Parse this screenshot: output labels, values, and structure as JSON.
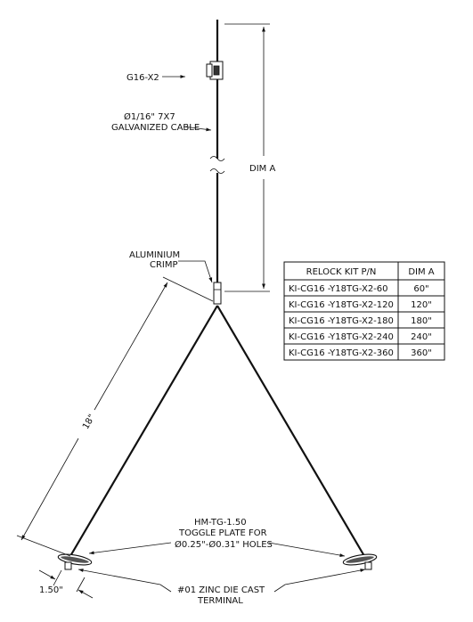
{
  "labels": {
    "gripper": "G16-X2",
    "cable_line1": "Ø1/16\" 7X7",
    "cable_line2": "GALVANIZED CABLE",
    "dim_a": "DIM A",
    "crimp_line1": "ALUMINIUM",
    "crimp_line2": "CRIMP",
    "length": "18\"",
    "toggle_line1": "HM-TG-1.50",
    "toggle_line2": "TOGGLE PLATE FOR",
    "toggle_line3": "Ø0.25\"-Ø0.31\" HOLES",
    "offset": "1.50\"",
    "terminal_line1": "#01  ZINC DIE CAST",
    "terminal_line2": "TERMINAL"
  },
  "table": {
    "headers": [
      "RELOCK KIT P/N",
      "DIM A"
    ],
    "rows": [
      [
        "KI-CG16 -Y18TG-X2-60",
        "60\""
      ],
      [
        "KI-CG16 -Y18TG-X2-120",
        "120\""
      ],
      [
        "KI-CG16 -Y18TG-X2-180",
        "180\""
      ],
      [
        "KI-CG16 -Y18TG-X2-240",
        "240\""
      ],
      [
        "KI-CG16 -Y18TG-X2-360",
        "360\""
      ]
    ]
  }
}
